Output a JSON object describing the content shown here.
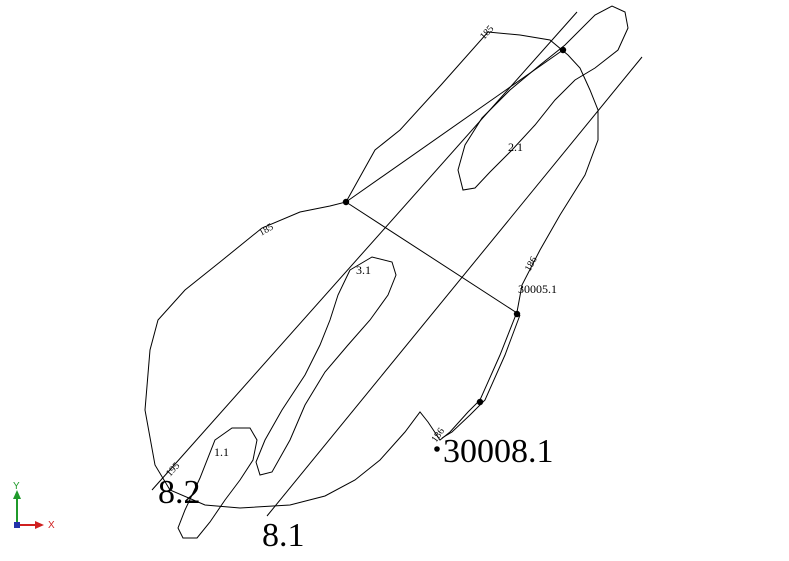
{
  "drawing": {
    "line_labels": {
      "line_8_1": "8.1",
      "line_8_2": "8.2"
    },
    "island_labels": {
      "island_1_1": "1.1",
      "island_2_1": "2.1",
      "island_3_1": "3.1"
    },
    "station_labels": {
      "station_30005": "30005.1",
      "station_30008": "30008.1"
    },
    "contour_labels": {
      "contour_top": "185",
      "contour_left": "185",
      "contour_right": "186",
      "contour_bottom_right": "186",
      "contour_bottom_left": "195"
    },
    "colors": {
      "line": "#000000",
      "axis_y": "#1f9a2a",
      "axis_x": "#d02020",
      "axis_origin": "#2233aa"
    }
  },
  "axis_indicator": {
    "y_label": "Y",
    "x_label": "X"
  }
}
